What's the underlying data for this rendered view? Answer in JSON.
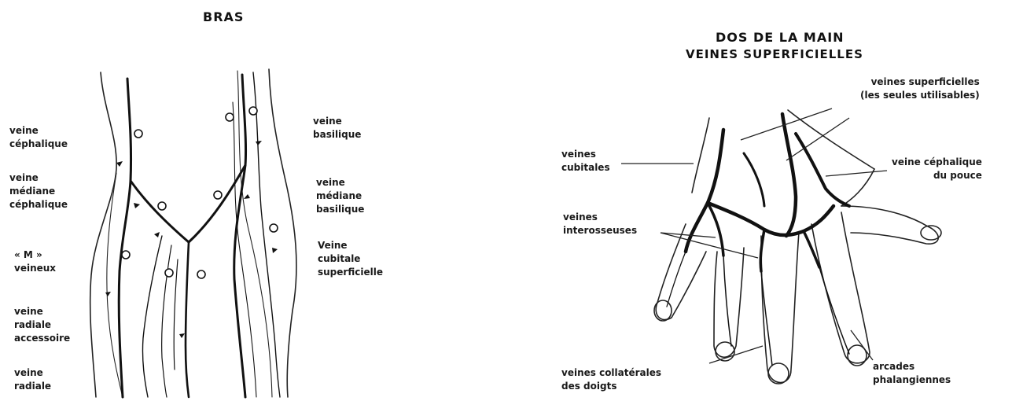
{
  "bras": {
    "title": "BRAS",
    "labels": {
      "cephalique": "veine\ncéphalique",
      "mediane_cephalique": "veine\nmédiane\ncéphalique",
      "m_veineux": "« M »\nveineux",
      "radiale_accessoire": "veine\nradiale\naccessoire",
      "radiale": "veine\nradiale",
      "basilique": "veine\nbasilique",
      "mediane_basilique": "veine\nmédiane\nbasilique",
      "cubitale_superficielle": "Veine\ncubitale\nsuperficielle"
    }
  },
  "main": {
    "title": "DOS DE LA MAIN",
    "subtitle": "VEINES SUPERFICIELLES",
    "labels": {
      "superficielles": "veines superficielles\n(les seules utilisables)",
      "cubitales": "veines\ncubitales",
      "cephalique_pouce": "veine céphalique\ndu pouce",
      "interosseuses": "veines\ninterosseuses",
      "collaterales": "veines collatérales\ndes doigts",
      "arcades": "arcades\nphalangiennes"
    }
  }
}
